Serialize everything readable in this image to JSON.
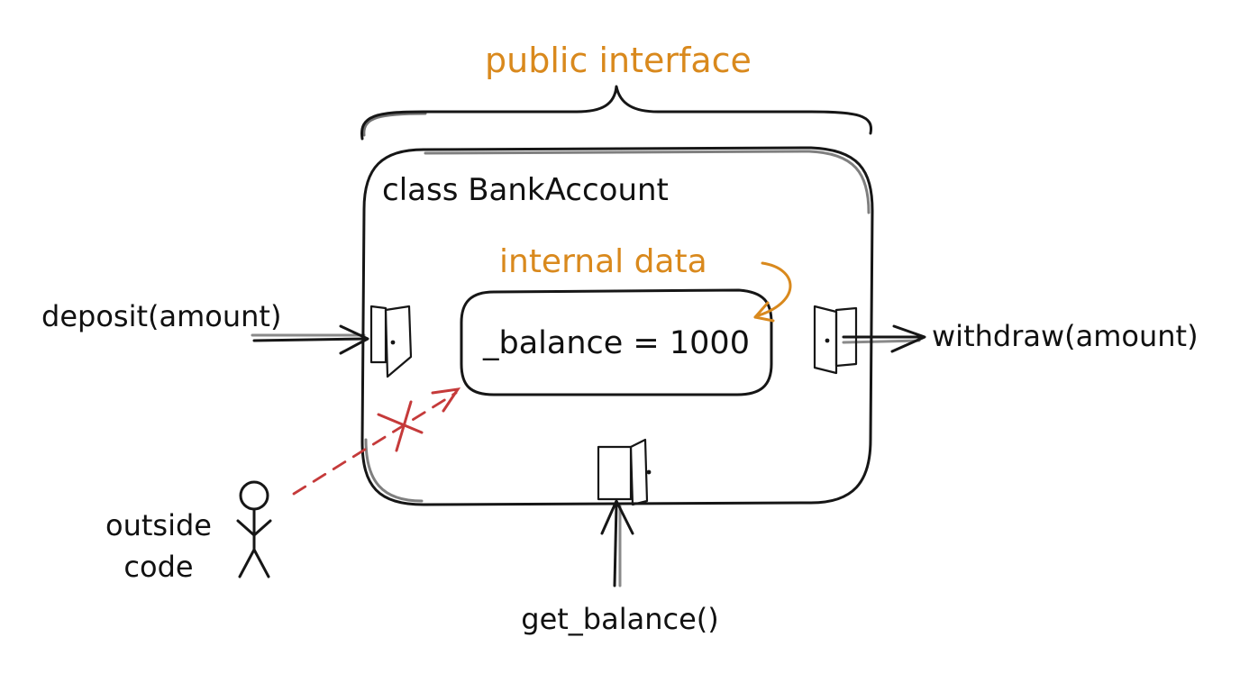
{
  "labels": {
    "public_interface": "public interface",
    "class_name": "class BankAccount",
    "internal_data": "internal data",
    "balance": "_balance = 1000",
    "deposit": "deposit(amount)",
    "withdraw": "withdraw(amount)",
    "get_balance": "get_balance()",
    "outside_line1": "outside",
    "outside_line2": "code"
  },
  "colors": {
    "accent": "#d9891d",
    "forbidden": "#c53a3a",
    "ink": "#161616"
  }
}
